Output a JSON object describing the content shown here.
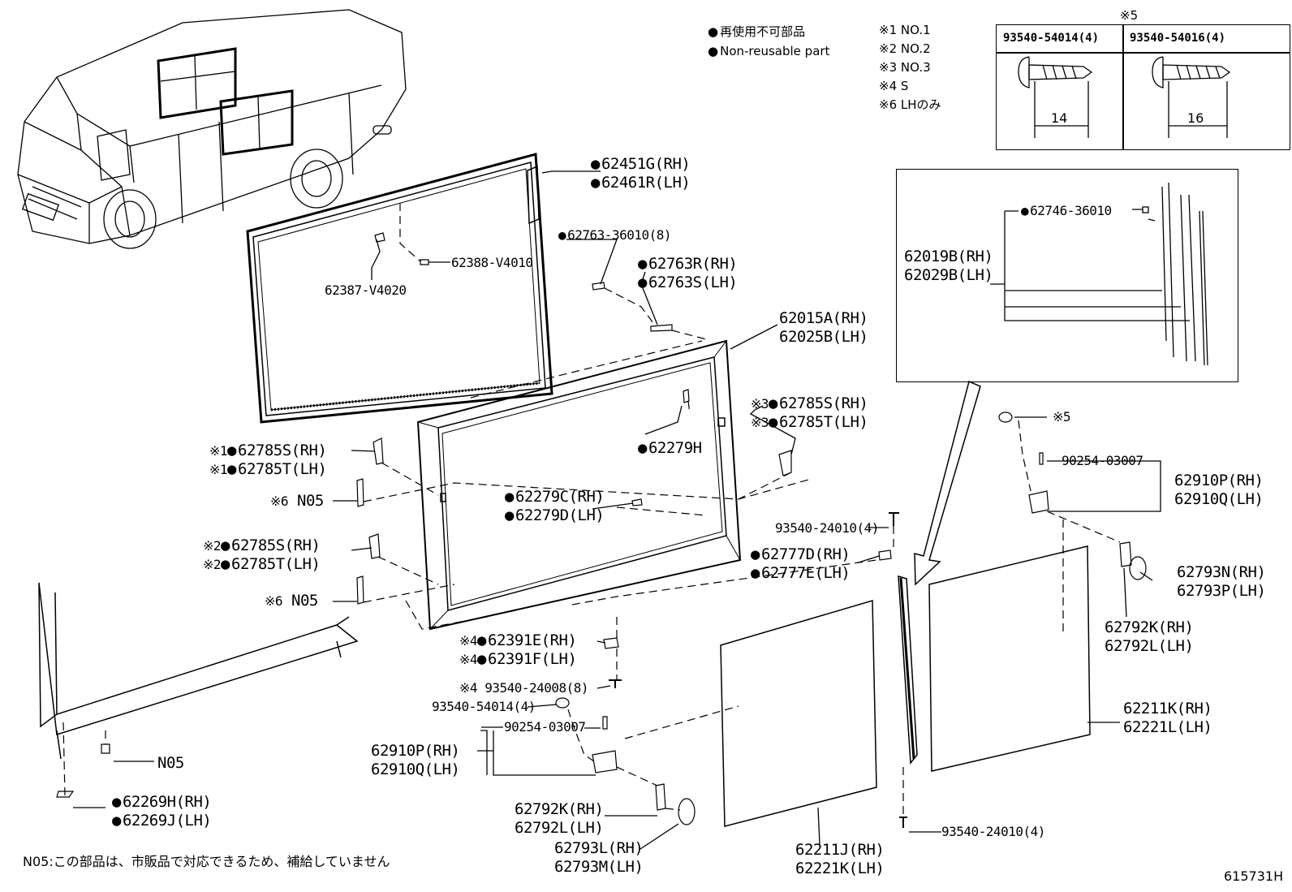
{
  "legend": {
    "jp": "再使用不可部品",
    "en": "Non-reusable part"
  },
  "notes": [
    {
      "mark": "※1",
      "text": "NO.1"
    },
    {
      "mark": "※2",
      "text": "NO.2"
    },
    {
      "mark": "※3",
      "text": "NO.3"
    },
    {
      "mark": "※4",
      "text": "S"
    },
    {
      "mark": "※6",
      "text": "LHのみ"
    }
  ],
  "screw_table": {
    "mark": "※5",
    "col1": {
      "part": "93540-54014(4)",
      "dim": "14"
    },
    "col2": {
      "part": "93540-54016(4)",
      "dim": "16"
    }
  },
  "parts": {
    "p62451G": "62451G(RH)",
    "p62461R": "62461R(LH)",
    "p62763_36010": "62763-36010(8)",
    "p62388": "62388-V4010",
    "p62387": "62387-V4020",
    "p62763R": "62763R(RH)",
    "p62763S": "62763S(LH)",
    "p62015A": "62015A(RH)",
    "p62025B": "62025B(LH)",
    "p62785S_3": "62785S(RH)",
    "p62785T_3": "62785T(LH)",
    "p62279H": "62279H",
    "p62785S_1": "62785S(RH)",
    "p62785T_1": "62785T(LH)",
    "n05_a": "N05",
    "p62279C": "62279C(RH)",
    "p62279D": "62279D(LH)",
    "p62785S_2": "62785S(RH)",
    "p62785T_2": "62785T(LH)",
    "n05_b": "N05",
    "p93540_24010_a": "93540-24010(4)",
    "p62777D": "62777D(RH)",
    "p62777E": "62777E(LH)",
    "p62391E": "62391E(RH)",
    "p62391F": "62391F(LH)",
    "p93540_24008": "93540-24008(8)",
    "p93540_54014": "93540-54014(4)",
    "p90254_a": "90254-03007",
    "p62910P_a": "62910P(RH)",
    "p62910Q_a": "62910Q(LH)",
    "n05_c": "N05",
    "p62269H": "62269H(RH)",
    "p62269J": "62269J(LH)",
    "p62792K_a": "62792K(RH)",
    "p62792L_a": "62792L(LH)",
    "p62793L": "62793L(RH)",
    "p62793M": "62793M(LH)",
    "p62211J": "62211J(RH)",
    "p62221K_a": "62221K(LH)",
    "p93540_24010_b": "93540-24010(4)",
    "p62211K": "62211K(RH)",
    "p62221L": "62221L(LH)",
    "p62746": "62746-36010",
    "p62019B": "62019B(RH)",
    "p62029B": "62029B(LH)",
    "mark5b": "※5",
    "p90254_b": "90254-03007",
    "p62910P_b": "62910P(RH)",
    "p62910Q_b": "62910Q(LH)",
    "p62793N": "62793N(RH)",
    "p62793P": "62793P(LH)",
    "p62792K_b": "62792K(RH)",
    "p62792L_b": "62792L(LH)"
  },
  "marks": {
    "m1": "※1",
    "m2": "※2",
    "m3": "※3",
    "m4": "※4",
    "m6": "※6"
  },
  "footnote": "N05:この部品は、市販品で対応できるため、補給していません",
  "drawing_code": "615731H"
}
